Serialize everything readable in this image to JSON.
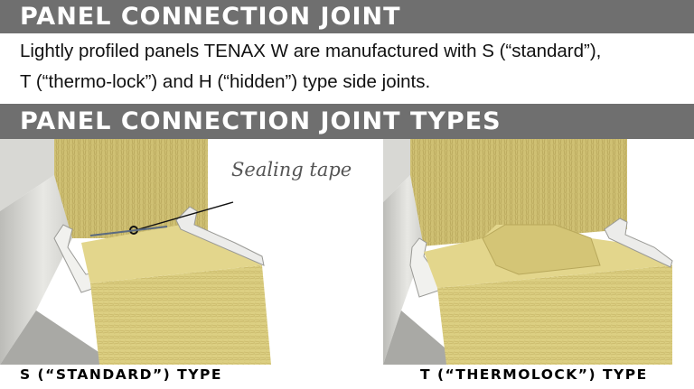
{
  "header": {
    "title": "PANEL CONNECTION JOINT"
  },
  "description": {
    "line1": "Lightly profiled panels TENAX W are manufactured with S (“standard”),",
    "line2": "T (“thermo-lock”) and H (“hidden”) type side joints."
  },
  "section": {
    "title": "PANEL CONNECTION JOINT TYPES"
  },
  "figures": {
    "left": {
      "caption": "S (“STANDARD”) TYPE",
      "annotation": "Sealing tape"
    },
    "right": {
      "caption": "T (“THERMOLOCK”) TYPE"
    }
  },
  "colors": {
    "header_bg": "#6f6f6f",
    "insulation": "#d9cc7e",
    "steel": "#e6e6e2"
  }
}
